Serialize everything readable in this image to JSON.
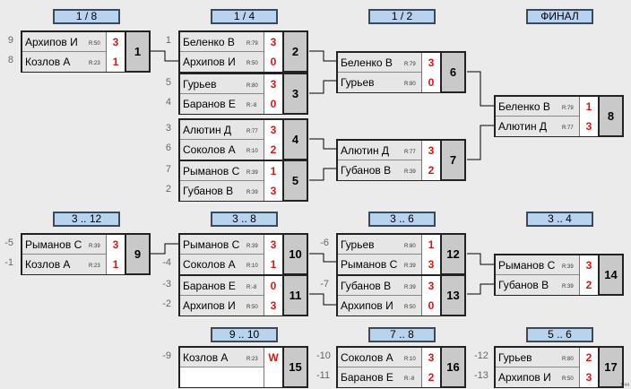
{
  "headers": {
    "r1": "1 / 8",
    "r2": "1 / 4",
    "r3": "1 / 2",
    "final": "ФИНАЛ",
    "p3_12": "3 .. 12",
    "p3_8": "3 .. 8",
    "p3_6": "3 .. 6",
    "p3_4": "3 .. 4",
    "p9_10": "9 .. 10",
    "p7_8": "7 .. 8",
    "p5_6": "5 .. 6"
  },
  "matches": [
    {
      "num": "1",
      "rows": [
        {
          "seed": "9",
          "name": "Архипов  И",
          "rating": "R:50",
          "score": "3"
        },
        {
          "seed": "8",
          "name": "Козлов А",
          "rating": "R:23",
          "score": "1"
        }
      ]
    },
    {
      "num": "2",
      "rows": [
        {
          "seed": "1",
          "name": "Беленко В",
          "rating": "R:79",
          "score": "3"
        },
        {
          "seed": "",
          "name": "Архипов  И",
          "rating": "R:50",
          "score": "0"
        }
      ]
    },
    {
      "num": "3",
      "rows": [
        {
          "seed": "5",
          "name": "Гурьев",
          "rating": "R:80",
          "score": "3"
        },
        {
          "seed": "4",
          "name": "Баранов Е",
          "rating": "R:-8",
          "score": "0"
        }
      ]
    },
    {
      "num": "4",
      "rows": [
        {
          "seed": "3",
          "name": "Алютин Д",
          "rating": "R:77",
          "score": "3"
        },
        {
          "seed": "6",
          "name": "Соколов А",
          "rating": "R:10",
          "score": "2"
        }
      ]
    },
    {
      "num": "5",
      "rows": [
        {
          "seed": "7",
          "name": "Рыманов С",
          "rating": "R:39",
          "score": "1"
        },
        {
          "seed": "2",
          "name": "Губанов В",
          "rating": "R:39",
          "score": "3"
        }
      ]
    },
    {
      "num": "6",
      "rows": [
        {
          "seed": "",
          "name": "Беленко В",
          "rating": "R:79",
          "score": "3"
        },
        {
          "seed": "",
          "name": "Гурьев",
          "rating": "R:80",
          "score": "0"
        }
      ]
    },
    {
      "num": "7",
      "rows": [
        {
          "seed": "",
          "name": "Алютин Д",
          "rating": "R:77",
          "score": "3"
        },
        {
          "seed": "",
          "name": "Губанов В",
          "rating": "R:39",
          "score": "2"
        }
      ]
    },
    {
      "num": "8",
      "rows": [
        {
          "seed": "",
          "name": "Беленко В",
          "rating": "R:79",
          "score": "1"
        },
        {
          "seed": "",
          "name": "Алютин Д",
          "rating": "R:77",
          "score": "3"
        }
      ]
    },
    {
      "num": "9",
      "rows": [
        {
          "seed": "-5",
          "name": "Рыманов С",
          "rating": "R:39",
          "score": "3"
        },
        {
          "seed": "-1",
          "name": "Козлов А",
          "rating": "R:23",
          "score": "1"
        }
      ]
    },
    {
      "num": "10",
      "rows": [
        {
          "seed": "",
          "name": "Рыманов С",
          "rating": "R:39",
          "score": "3"
        },
        {
          "seed": "-4",
          "name": "Соколов А",
          "rating": "R:10",
          "score": "1"
        }
      ]
    },
    {
      "num": "11",
      "rows": [
        {
          "seed": "-3",
          "name": "Баранов Е",
          "rating": "R:-8",
          "score": "0"
        },
        {
          "seed": "-2",
          "name": "Архипов  И",
          "rating": "R:50",
          "score": "3"
        }
      ]
    },
    {
      "num": "12",
      "rows": [
        {
          "seed": "-6",
          "name": "Гурьев",
          "rating": "R:80",
          "score": "1"
        },
        {
          "seed": "",
          "name": "Рыманов С",
          "rating": "R:39",
          "score": "3"
        }
      ]
    },
    {
      "num": "13",
      "rows": [
        {
          "seed": "-7",
          "name": "Губанов В",
          "rating": "R:39",
          "score": "3"
        },
        {
          "seed": "",
          "name": "Архипов  И",
          "rating": "R:50",
          "score": "0"
        }
      ]
    },
    {
      "num": "14",
      "rows": [
        {
          "seed": "",
          "name": "Рыманов С",
          "rating": "R:39",
          "score": "3"
        },
        {
          "seed": "",
          "name": "Губанов В",
          "rating": "R:39",
          "score": "2"
        }
      ]
    },
    {
      "num": "15",
      "rows": [
        {
          "seed": "-9",
          "name": "Козлов А",
          "rating": "R:23",
          "score": "W"
        },
        {
          "seed": "",
          "name": "",
          "rating": "",
          "score": ""
        }
      ]
    },
    {
      "num": "16",
      "rows": [
        {
          "seed": "-10",
          "name": "Соколов А",
          "rating": "R:10",
          "score": "3"
        },
        {
          "seed": "-11",
          "name": "Баранов Е",
          "rating": "R:-8",
          "score": "2"
        }
      ]
    },
    {
      "num": "17",
      "rows": [
        {
          "seed": "-12",
          "name": "Гурьев",
          "rating": "R:80",
          "score": "2"
        },
        {
          "seed": "-13",
          "name": "Архипов  И",
          "rating": "R:50",
          "score": "3"
        }
      ]
    }
  ],
  "version": "1.44"
}
